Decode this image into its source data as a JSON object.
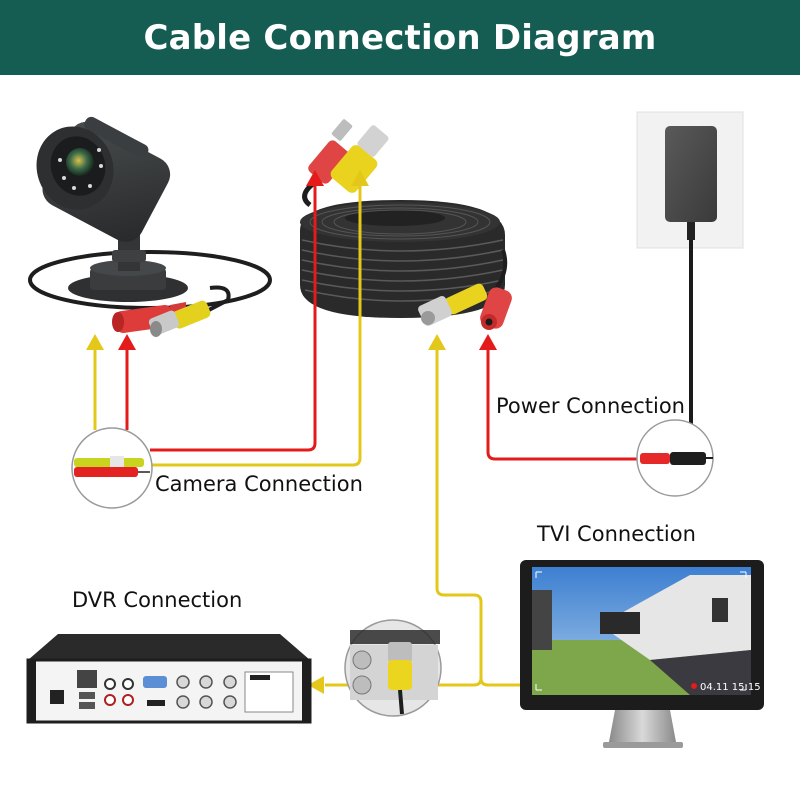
{
  "header": {
    "title": "Cable Connection Diagram"
  },
  "labels": {
    "camera_connection": "Camera Connection",
    "power_connection": "Power Connection",
    "tvi_connection": "TVI Connection",
    "dvr_connection": "DVR Connection"
  },
  "monitor": {
    "timestamp": "04.11 15:15"
  },
  "colors": {
    "header_bg": "#155d52",
    "video_line": "#e3c81b",
    "power_line": "#e31b1b",
    "cable": "#2b2b2b"
  }
}
